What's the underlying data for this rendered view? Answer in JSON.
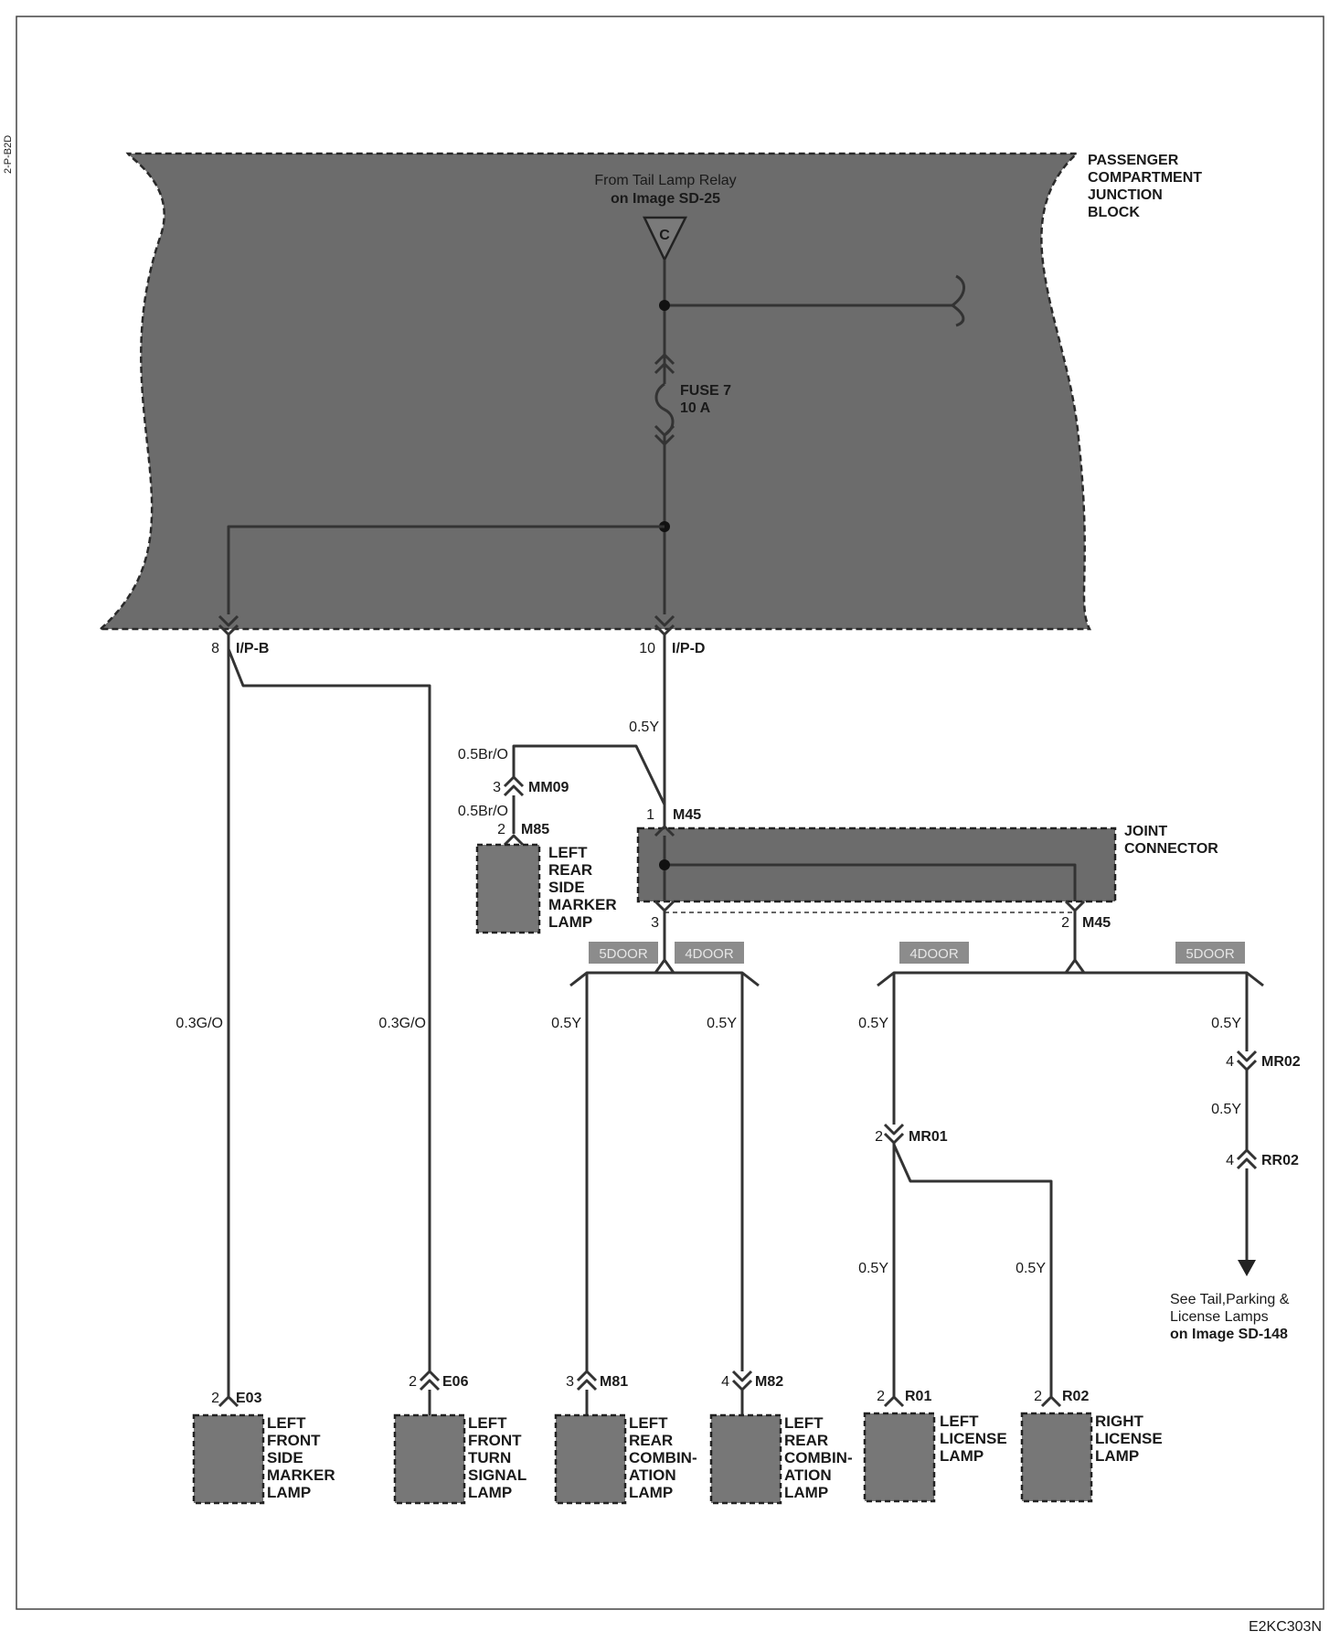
{
  "side_code": "2-P-B2D",
  "figure_code": "E2KC303N",
  "junction_block": {
    "label": [
      "PASSENGER",
      "COMPARTMENT",
      "JUNCTION",
      "BLOCK"
    ],
    "source_text": "From Tail Lamp Relay",
    "source_ref": "on Image SD-25",
    "connector_letter": "C",
    "fuse_name": "FUSE 7",
    "fuse_rating": "10 A",
    "outputs": [
      {
        "pin": "8",
        "connector": "I/P-B"
      },
      {
        "pin": "10",
        "connector": "I/P-D"
      }
    ]
  },
  "joint_connector": {
    "label": [
      "JOINT",
      "CONNECTOR"
    ],
    "pin_in": "1",
    "connector_in": "M45",
    "pin_left": "3",
    "pin_right": "2",
    "connector_right": "M45"
  },
  "wires": {
    "left_front_a": "0.3G/O",
    "left_front_b": "0.3G/O",
    "main_feed": "0.5Y",
    "side_marker_upper": "0.5Br/O",
    "side_marker_lower": "0.5Br/O",
    "m81_feed": "0.5Y",
    "m82_feed": "0.5Y",
    "license_feed": "0.5Y",
    "r01_feed": "0.5Y",
    "r02_feed": "0.5Y",
    "mr02_feed": "0.5Y",
    "rr02_feed": "0.5Y"
  },
  "connectors": {
    "mm09": {
      "pin": "3",
      "id": "MM09"
    },
    "m85": {
      "pin": "2",
      "id": "M85"
    },
    "mr01": {
      "pin": "2",
      "id": "MR01"
    },
    "mr02": {
      "pin": "4",
      "id": "MR02"
    },
    "rr02": {
      "pin": "4",
      "id": "RR02"
    }
  },
  "variant_tags": {
    "left_5door": "5DOOR",
    "left_4door": "4DOOR",
    "right_4door": "4DOOR",
    "right_5door": "5DOOR"
  },
  "reference": {
    "line1": "See Tail,Parking &",
    "line2": "License Lamps",
    "line3": "on Image SD-148"
  },
  "side_marker_lamp": {
    "pin": "2",
    "connector": "M85",
    "label": [
      "LEFT",
      "REAR",
      "SIDE",
      "MARKER",
      "LAMP"
    ]
  },
  "lamps": [
    {
      "pin": "2",
      "connector": "E03",
      "label": [
        "LEFT",
        "FRONT",
        "SIDE",
        "MARKER",
        "LAMP"
      ]
    },
    {
      "pin": "2",
      "connector": "E06",
      "label": [
        "LEFT",
        "FRONT",
        "TURN",
        "SIGNAL",
        "LAMP"
      ]
    },
    {
      "pin": "3",
      "connector": "M81",
      "label": [
        "LEFT",
        "REAR",
        "COMBIN-",
        "ATION",
        "LAMP"
      ]
    },
    {
      "pin": "4",
      "connector": "M82",
      "label": [
        "LEFT",
        "REAR",
        "COMBIN-",
        "ATION",
        "LAMP"
      ]
    },
    {
      "pin": "2",
      "connector": "R01",
      "label": [
        "LEFT",
        "LICENSE",
        "LAMP"
      ]
    },
    {
      "pin": "2",
      "connector": "R02",
      "label": [
        "RIGHT",
        "LICENSE",
        "LAMP"
      ]
    }
  ]
}
